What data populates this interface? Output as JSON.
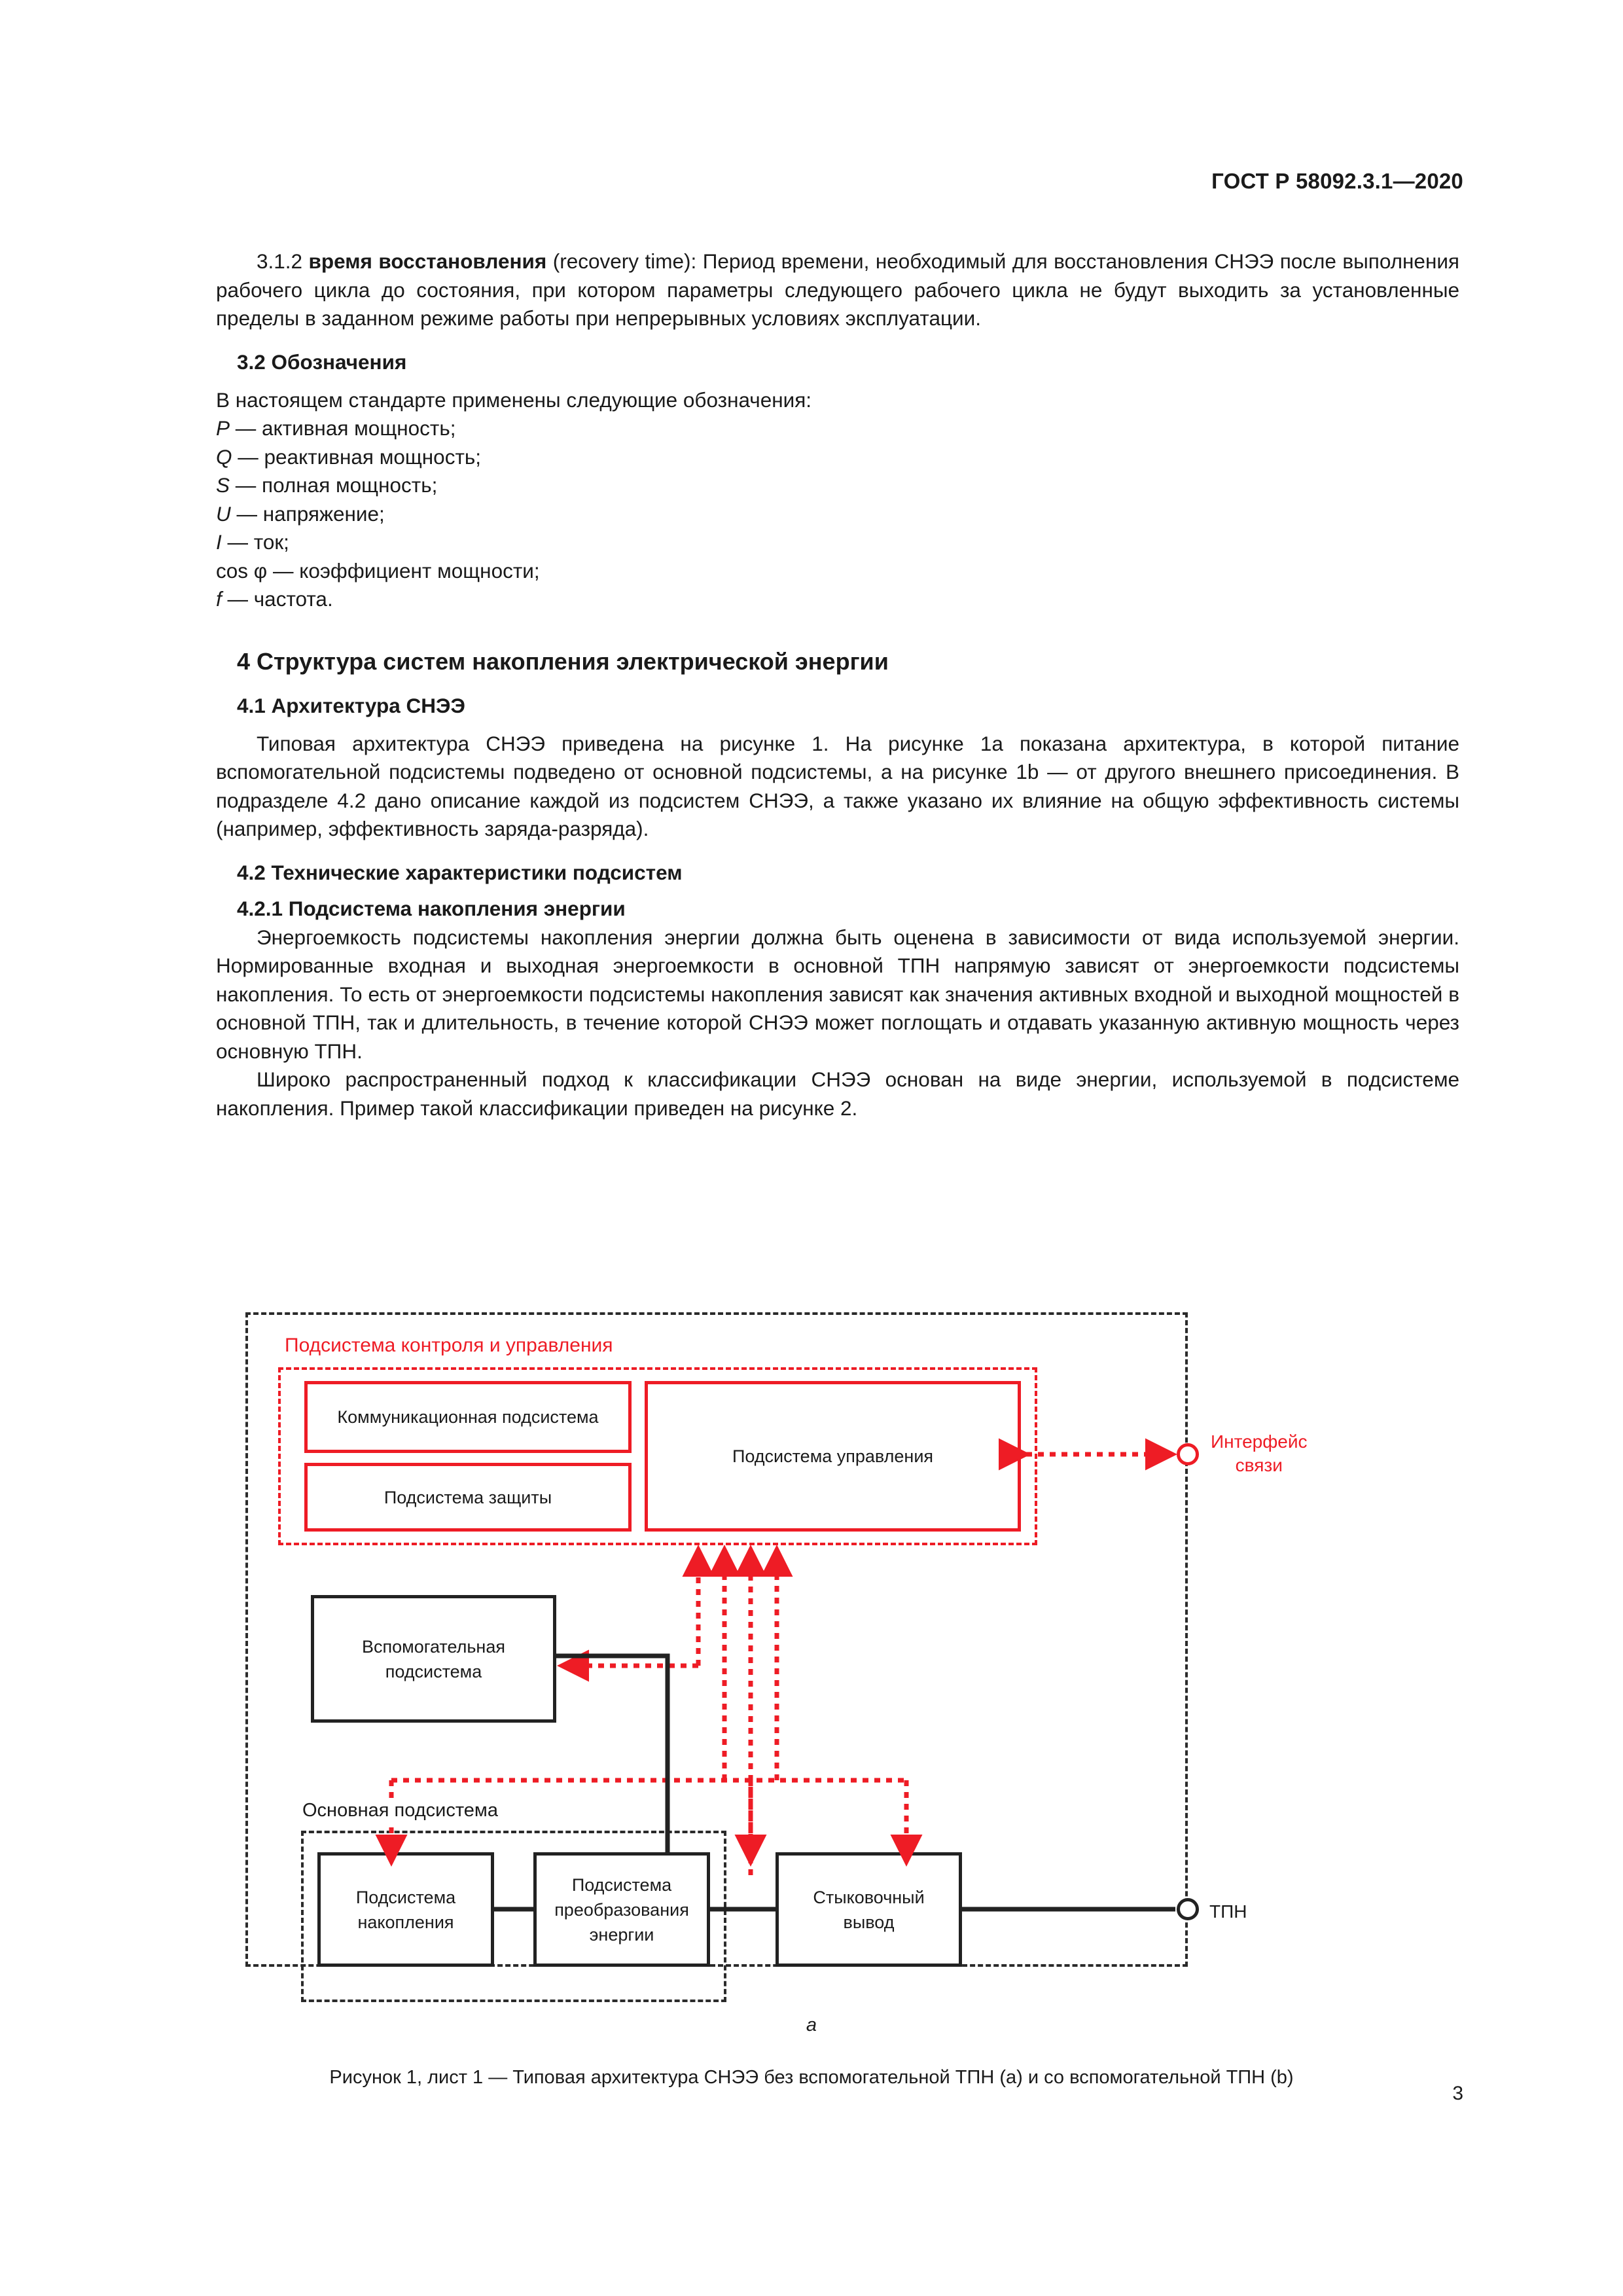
{
  "header": {
    "standard": "ГОСТ Р 58092.3.1—2020"
  },
  "body": {
    "term_312_num": "3.1.2",
    "term_312_bold": "время восстановления",
    "term_312_text": " (recovery time): Период времени, необходимый для восстановления СНЭЭ после выполнения рабочего цикла до состояния, при котором параметры следующего рабочего цикла не будут выходить за установленные пределы в заданном режиме работы при непрерывных ус­ловиях эксплуатации.",
    "h_32": "3.2 Обозначения",
    "p_32_intro": "В настоящем стандарте применены следующие обозначения:",
    "symbols": [
      {
        "sym": "P",
        "desc": " — активная мощность;"
      },
      {
        "sym": "Q",
        "desc": " — реактивная мощность;"
      },
      {
        "sym": "S",
        "desc": " — полная мощность;"
      },
      {
        "sym": "U",
        "desc": " — напряжение;"
      },
      {
        "sym": "I",
        "desc": " — ток;"
      },
      {
        "sym": "cos φ",
        "desc": " — коэффициент мощности;"
      },
      {
        "sym": "f",
        "desc": " — частота."
      }
    ],
    "h_4": "4 Структура систем накопления электрической энергии",
    "h_41": "4.1 Архитектура СНЭЭ",
    "p_41": "Типовая архитектура СНЭЭ приведена на рисунке 1. На рисунке 1а показана архитектура, в кото­рой питание вспомогательной подсистемы подведено от основной подсистемы, а на рисунке 1b — от другого внешнего присоединения. В подразделе 4.2 дано описание каждой из подсистем СНЭЭ, а также указано их влияние на общую эффективность системы (например, эффективность заряда-разряда).",
    "h_42": "4.2 Технические характеристики подсистем",
    "h_421": "4.2.1 Подсистема накопления энергии",
    "p_421_1": "Энергоемкость подсистемы накопления энергии должна быть оценена в зависимости от вида ис­пользуемой энергии. Нормированные входная и выходная энергоемкости в основной ТПН напрямую за­висят от энергоемкости подсистемы накопления. То есть от энергоемкости подсистемы накопления зави­сят как значения активных входной и выходной мощностей в основной ТПН, так и длительность, в течение которой СНЭЭ может поглощать и отдавать указанную активную мощность через основную ТПН.",
    "p_421_2": "Широко распространенный подход к классификации СНЭЭ основан на виде энергии, используе­мой в подсистеме накопления. Пример такой классификации приведен на рисунке 2."
  },
  "figure": {
    "control_subsystem_title": "Подсистема контроля и управления",
    "box_communication": "Коммуникационная подсистема",
    "box_protection": "Подсистема защиты",
    "box_control": "Подсистема управления",
    "box_auxiliary": "Вспомогательная\nподсистема",
    "label_main_subsystem": "Основная подсистема",
    "box_storage": "Подсистема\nнакопления",
    "box_conversion": "Подсистема\nпреобразования\nэнергии",
    "box_docking": "Стыковочный\nвывод",
    "terminal_tpn": "ТПН",
    "terminal_interface": "Интерфейс\nсвязи",
    "sheet_letter": "a",
    "caption": "Рисунок 1, лист 1 — Типовая архитектура СНЭЭ без вспомогательной ТПН (a) и со вспомогательной ТПН (b)",
    "colors": {
      "red": "#ee1c25",
      "black": "#222222"
    }
  },
  "footer": {
    "page_number": "3"
  }
}
